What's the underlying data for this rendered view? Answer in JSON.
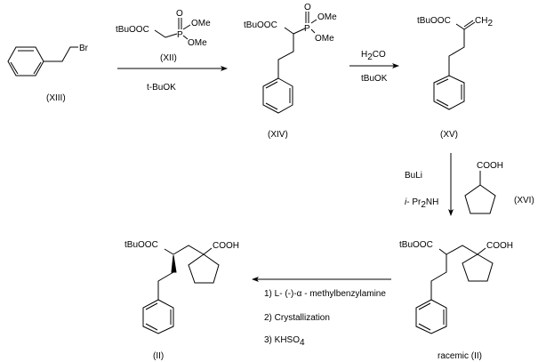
{
  "scheme": {
    "compounds": {
      "XIII": {
        "label": "(XIII)",
        "substituent": "Br"
      },
      "XII": {
        "label": "(XII)",
        "ester": "tBuOOC",
        "oxo": "O",
        "phosphorus": "P",
        "ome1": "OMe",
        "ome2": "OMe"
      },
      "XIV": {
        "label": "(XIV)",
        "ester": "tBuOOC",
        "oxo": "O",
        "phosphorus": "P",
        "ome1": "OMe",
        "ome2": "OMe"
      },
      "XV": {
        "label": "(XV)",
        "ester": "tBuOOC",
        "methylene": "CH",
        "methylene_sub": "2"
      },
      "XVI": {
        "label": "(XVI)",
        "acid": "COOH"
      },
      "racemic_II": {
        "label": "racemic (II)",
        "ester": "tBuOOC",
        "acid": "COOH"
      },
      "II": {
        "label": "(II)",
        "ester": "tBuOOC",
        "acid": "COOH"
      }
    },
    "steps": {
      "step1": {
        "reagent_below": "t-BuOK"
      },
      "step2": {
        "reagent_above_main": "H",
        "reagent_above_sub": "2",
        "reagent_above_tail": "CO",
        "reagent_below": "tBuOK"
      },
      "step3": {
        "reagent1": "BuLi",
        "reagent2_prefix": "i",
        "reagent2_main": "- Pr",
        "reagent2_sub": "2",
        "reagent2_tail": "NH"
      },
      "step4": {
        "conditions": [
          "1) L- (-)-α   - methylbenzylamine",
          "2) Crystallization",
          "3) KHSO"
        ],
        "khso_sub": "4"
      }
    }
  }
}
